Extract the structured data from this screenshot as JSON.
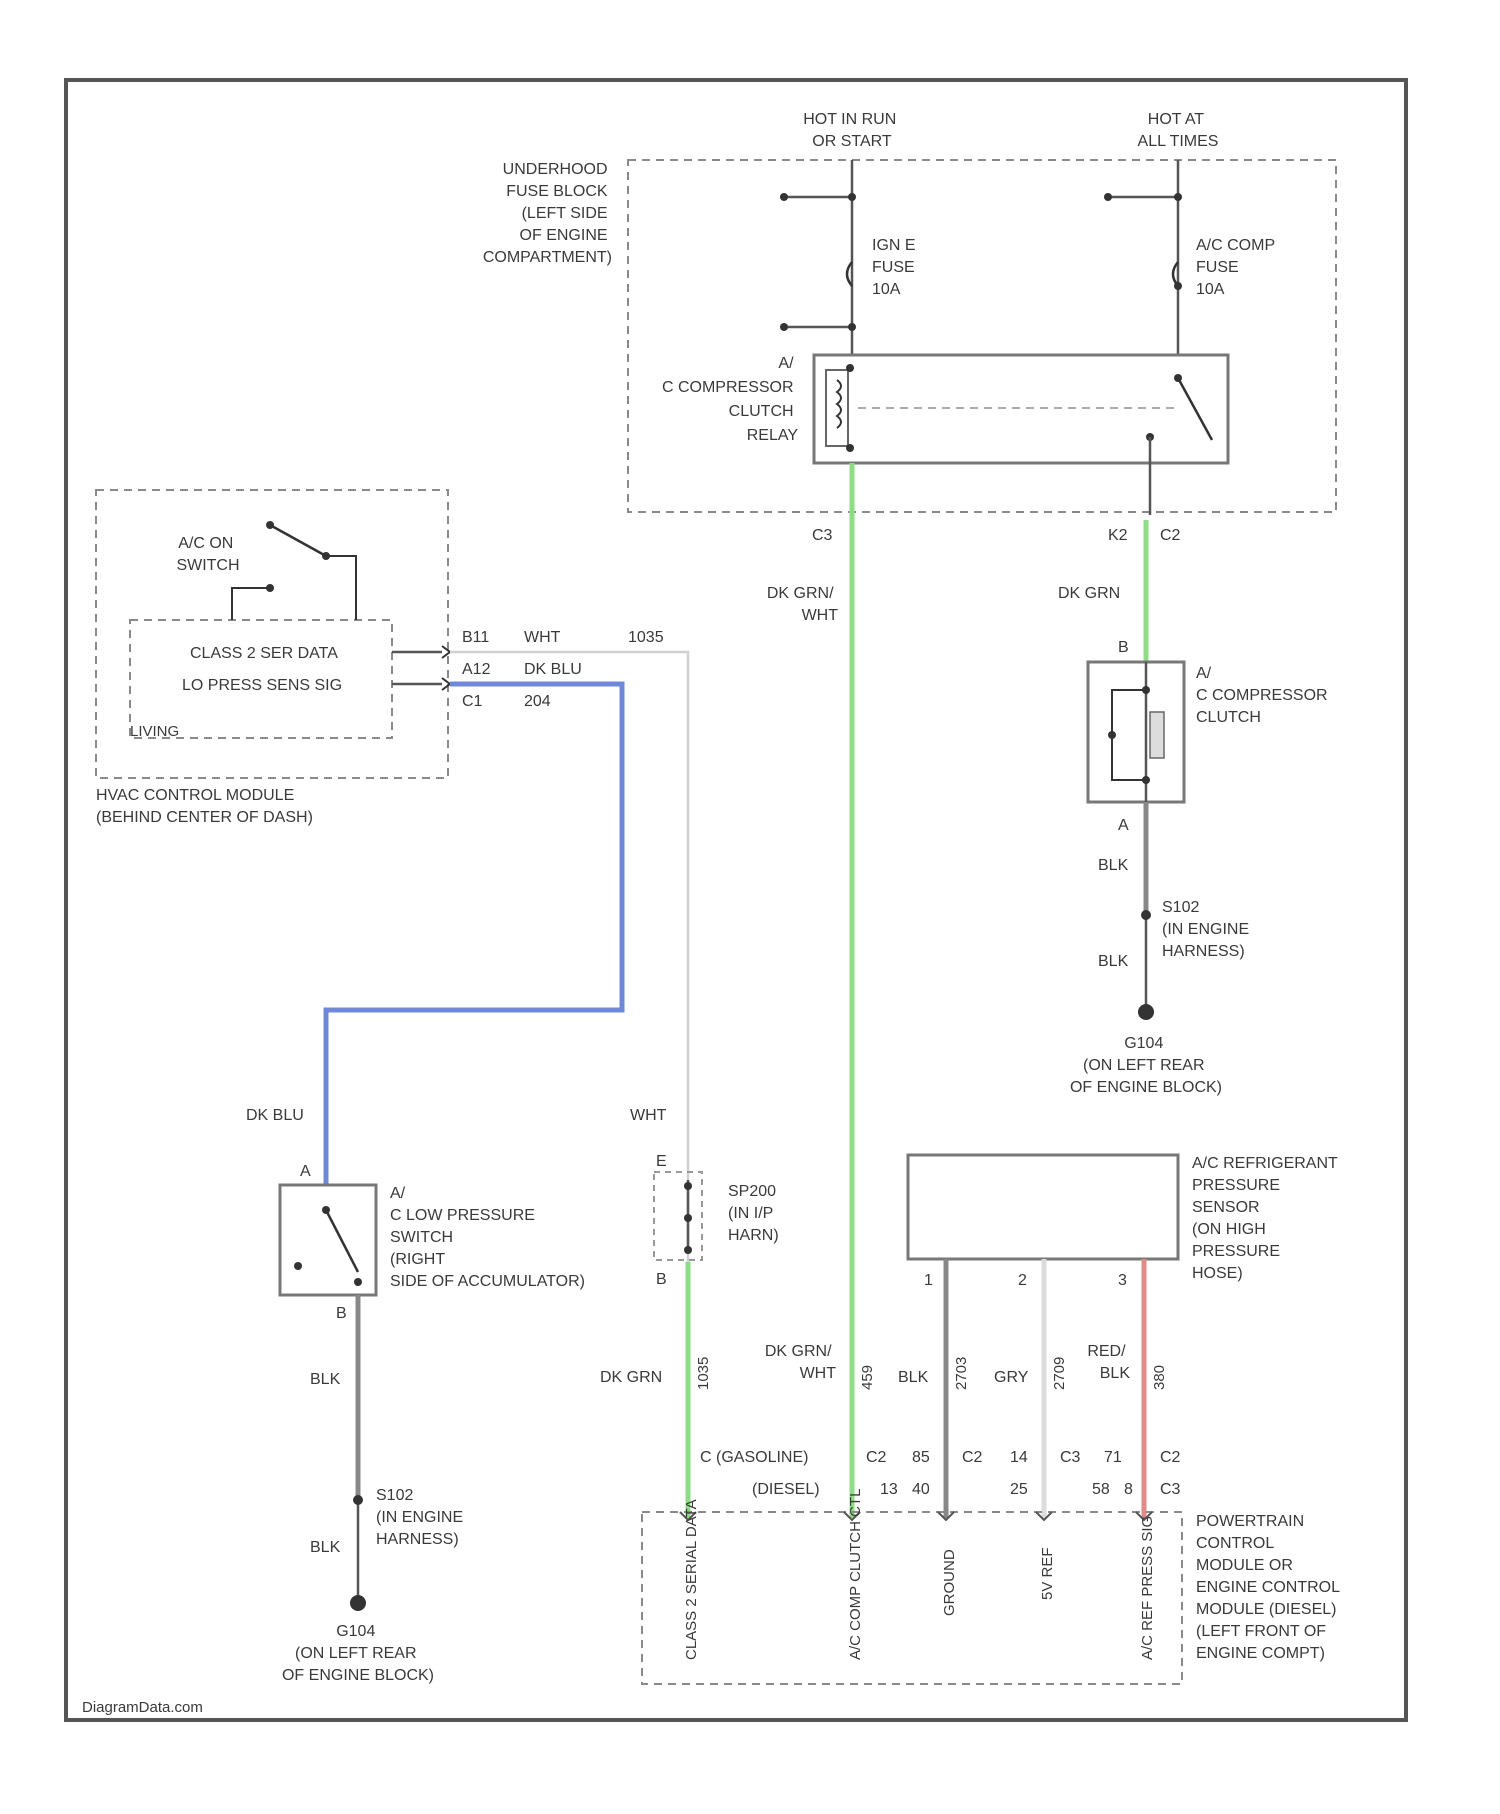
{
  "colors": {
    "wire_green": "#8fdc86",
    "wire_blue": "#6f89d8",
    "wire_red": "#e08a8a",
    "wire_white": "#d0d0d0",
    "wire_gray": "#888888",
    "frame": "#555555"
  },
  "power": {
    "hot_run_start": [
      "HOT IN RUN",
      "OR START"
    ],
    "hot_all_times": [
      "HOT AT",
      "ALL TIMES"
    ]
  },
  "underhood_fuse_block": [
    "UNDERHOOD",
    "FUSE BLOCK",
    "(LEFT SIDE",
    "OF ENGINE",
    "COMPARTMENT)"
  ],
  "fuses": {
    "ign_e": [
      "IGN E",
      "FUSE",
      "10A"
    ],
    "ac_comp": [
      "A/C COMP",
      "FUSE",
      "10A"
    ]
  },
  "relay": {
    "label": [
      "A/",
      "C COMPRESSOR",
      "CLUTCH",
      "RELAY"
    ]
  },
  "connectors": {
    "c3": "C3",
    "k2": "K2",
    "c2": "C2",
    "b11": "B11",
    "a12": "A12",
    "c1": "C1"
  },
  "wires": {
    "dk_grn_wht_top": [
      "DK GRN/",
      "WHT"
    ],
    "dk_grn_top_right": "DK GRN",
    "wht_b11": "WHT",
    "wht_b11_circuit": "1035",
    "dk_blu_a12": "DK BLU",
    "circuit_204": "204",
    "dk_blu_low": "DK BLU",
    "wht_low": "WHT",
    "blk_clutch": "BLK",
    "blk_clutch2": "BLK",
    "blk_switch": "BLK",
    "blk_switch2": "BLK",
    "dk_grn_bottom": "DK GRN",
    "dk_grn_wht_bottom": [
      "DK GRN/",
      "WHT"
    ],
    "blk_bottom": "BLK",
    "gry_bottom": "GRY",
    "red_blk_bottom": [
      "RED/",
      "BLK"
    ],
    "circuits_bottom": [
      "1035",
      "459",
      "2703",
      "2709",
      "380"
    ]
  },
  "hvac_module": {
    "switch_label": [
      "A/C ON",
      "SWITCH"
    ],
    "class2": "CLASS 2 SER DATA",
    "lo_press": "LO PRESS SENS SIG",
    "living": "LIVING",
    "title": [
      "HVAC CONTROL MODULE",
      "(BEHIND CENTER OF DASH)"
    ]
  },
  "clutch": {
    "label": [
      "A/",
      "C COMPRESSOR",
      "CLUTCH"
    ],
    "pin_b": "B",
    "pin_a": "A"
  },
  "splice_s102_right": [
    "S102",
    "(IN ENGINE",
    "HARNESS)"
  ],
  "ground_g104_right": [
    "G104",
    "(ON LEFT REAR",
    "OF ENGINE BLOCK)"
  ],
  "low_pressure_switch": {
    "label": [
      "A/",
      "C LOW PRESSURE",
      "SWITCH",
      "(RIGHT",
      "SIDE OF ACCUMULATOR)"
    ],
    "pin_a": "A",
    "pin_b": "B"
  },
  "splice_s102_left": [
    "S102",
    "(IN ENGINE",
    "HARNESS)"
  ],
  "ground_g104_left": [
    "G104",
    "(ON LEFT REAR",
    "OF ENGINE BLOCK)"
  ],
  "splice_sp200": {
    "label": [
      "SP200",
      "(IN I/P",
      "HARN)"
    ],
    "pin_e": "E",
    "pin_b": "B"
  },
  "pressure_sensor": {
    "label": [
      "A/C REFRIGERANT",
      "PRESSURE",
      "SENSOR",
      "(ON HIGH",
      "PRESSURE",
      "HOSE)"
    ],
    "pins": [
      "1",
      "2",
      "3"
    ]
  },
  "pcm_connectors": {
    "gasoline": "C (GASOLINE)",
    "diesel": "(DIESEL)",
    "rows": [
      [
        "C2",
        "85",
        "C2",
        "14",
        "C3",
        "71",
        "C2"
      ],
      [
        "13",
        "40",
        "25",
        "58",
        "8",
        "C3"
      ]
    ]
  },
  "pcm": {
    "pins": [
      "CLASS 2 SERIAL DATA",
      "A/C COMP CLUTCH CTL",
      "GROUND",
      "5V REF",
      "A/C REF PRESS SIG"
    ],
    "label": [
      "POWERTRAIN",
      "CONTROL",
      "MODULE OR",
      "ENGINE CONTROL",
      "MODULE (DIESEL)",
      "(LEFT FRONT OF",
      "ENGINE COMPT)"
    ]
  },
  "watermark": "DiagramData.com"
}
